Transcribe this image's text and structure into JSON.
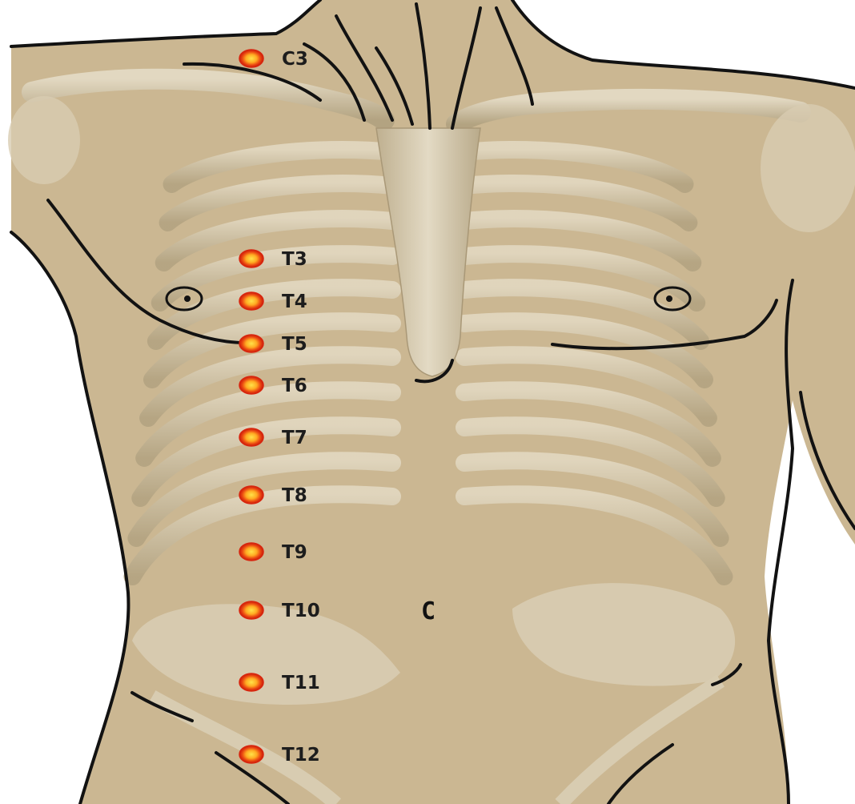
{
  "colors": {
    "skin": "#cbb792",
    "skin_dark": "#b8a47e",
    "bone": "#ddd2ba",
    "bone_shadow": "#a99877",
    "outline": "#121212",
    "dot_outer": "#d8250e",
    "dot_inner": "#ffb024"
  },
  "dermatome_points": [
    {
      "label": "C3"
    },
    {
      "label": "T3"
    },
    {
      "label": "T4"
    },
    {
      "label": "T5"
    },
    {
      "label": "T6"
    },
    {
      "label": "T7"
    },
    {
      "label": "T8"
    },
    {
      "label": "T9"
    },
    {
      "label": "T10"
    },
    {
      "label": "T11"
    },
    {
      "label": "T12"
    }
  ],
  "center_mark": "C"
}
